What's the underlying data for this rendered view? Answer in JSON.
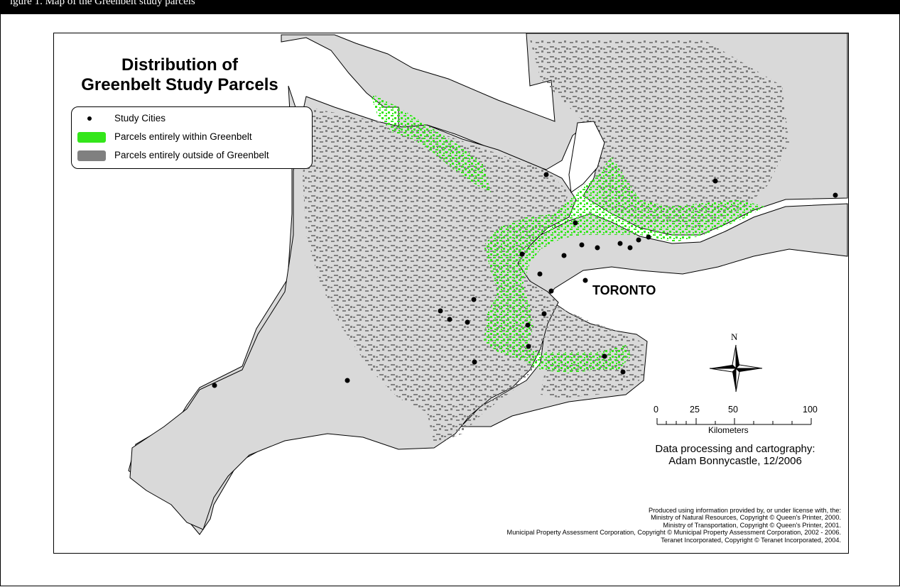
{
  "header": {
    "caption_fragment": "igure 1. Map of the Greenbelt study parcels"
  },
  "map": {
    "title_line1": "Distribution of",
    "title_line2": "Greenbelt Study Parcels",
    "legend": {
      "items": [
        {
          "label": "Study Cities",
          "symbol": "black-dot"
        },
        {
          "label": "Parcels entirely within Greenbelt",
          "symbol": "green-swatch"
        },
        {
          "label": "Parcels entirely outside of Greenbelt",
          "symbol": "gray-swatch"
        }
      ]
    },
    "place_label": "TORONTO",
    "north_arrow": {
      "label": "N"
    },
    "scale_bar": {
      "ticks": [
        "0",
        "25",
        "50",
        "100"
      ],
      "unit": "Kilometers"
    },
    "credit_line1": "Data processing and cartography:",
    "credit_line2": "Adam Bonnycastle, 12/2006",
    "sources": [
      "Produced using information provided by, or under license with, the:",
      "Ministry of Natural Resources, Copyright © Queen's Printer, 2000.",
      "Ministry of Transportation, Copyright © Queen's Printer, 2001.",
      "Municipal Property Assessment Corporation, Copyright © Municipal Property Assessment Corporation, 2002 - 2006.",
      "Teranet Incorporated, Copyright © Teranet Incorporated, 2004."
    ]
  },
  "colors": {
    "land": "#d9d9d9",
    "outside_parcels": "#808080",
    "greenbelt_parcels": "#33e61a",
    "water": "#ffffff",
    "city_dots": "#000000"
  }
}
